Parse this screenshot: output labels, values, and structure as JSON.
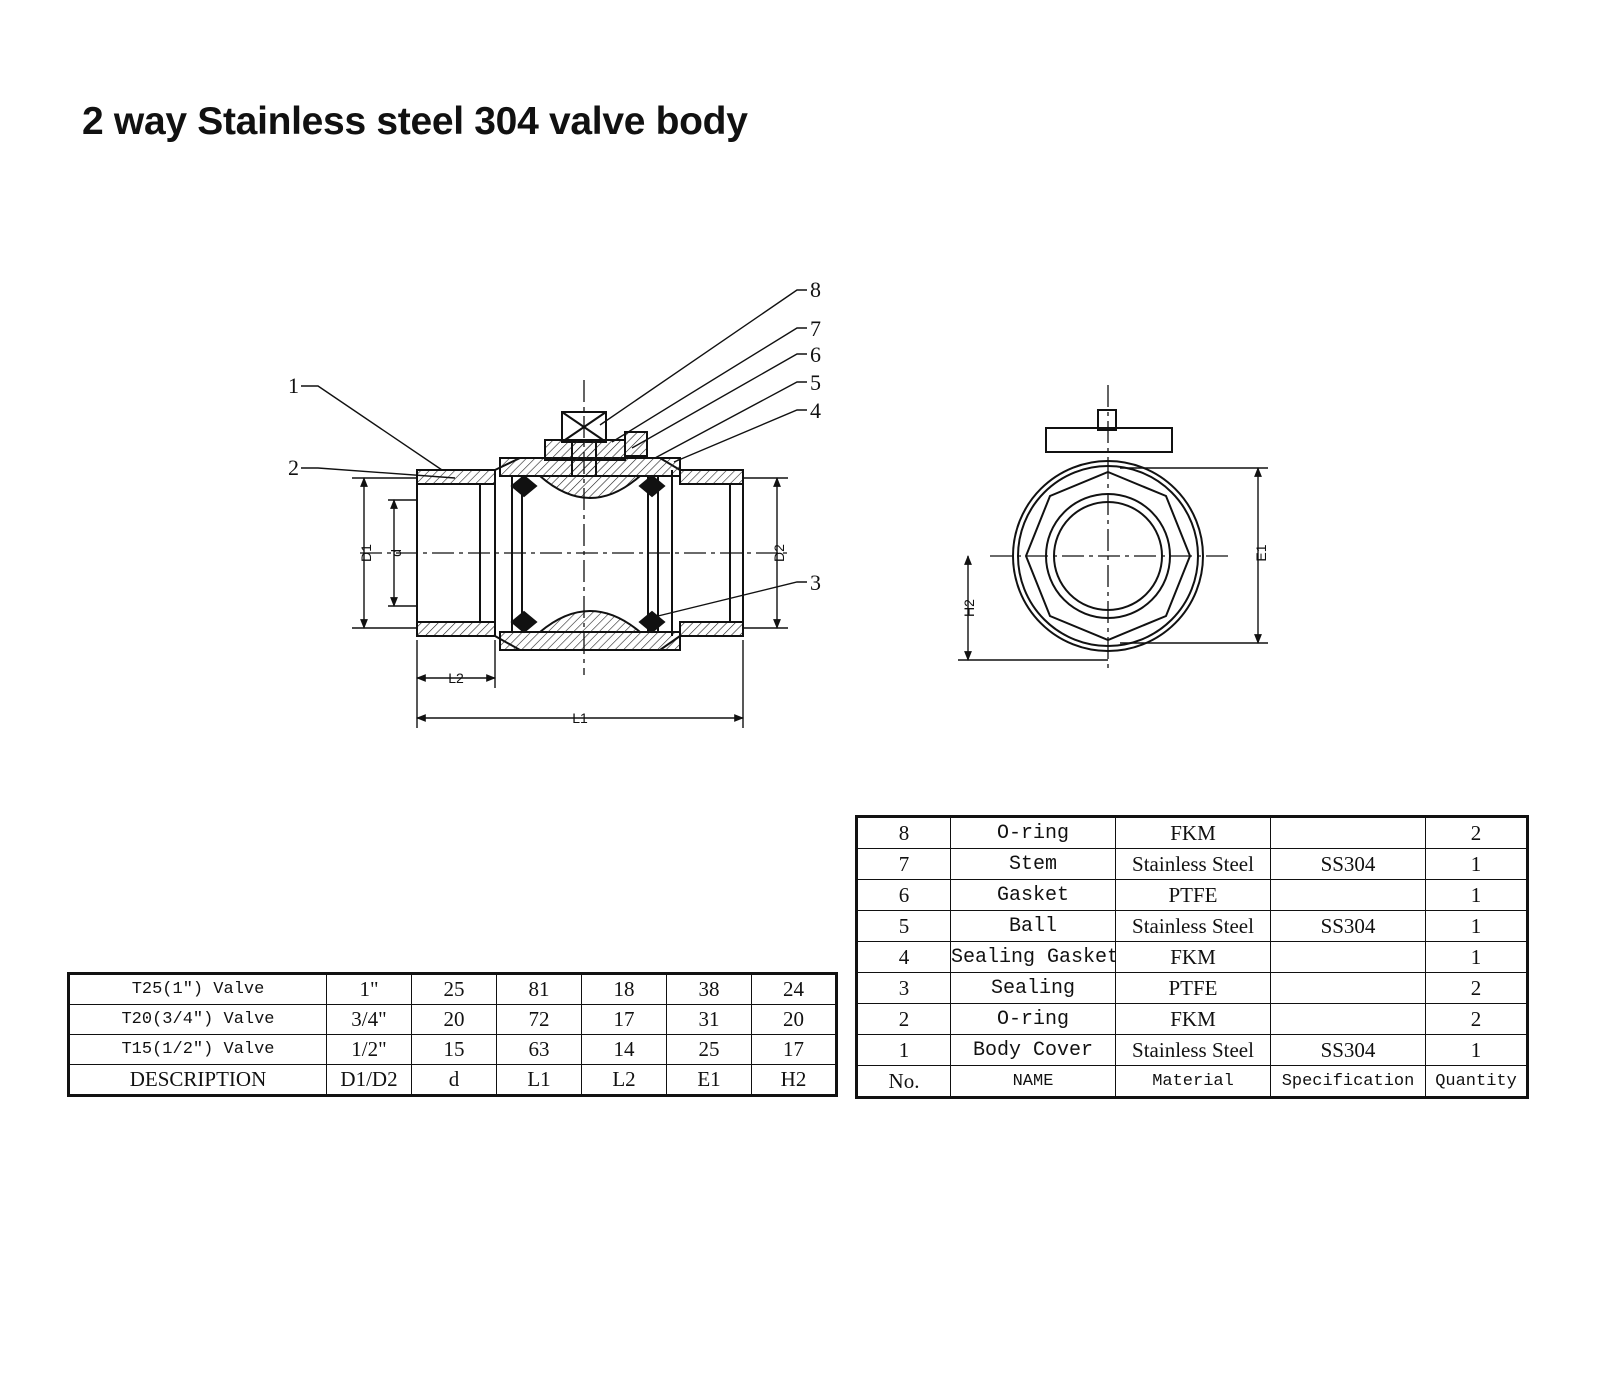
{
  "title": "2 way Stainless steel 304 valve body",
  "diagram": {
    "callouts": [
      "1",
      "2",
      "3",
      "4",
      "5",
      "6",
      "7",
      "8"
    ],
    "dimension_labels": {
      "D1": "D1",
      "d": "d",
      "D2": "D2",
      "L1": "L1",
      "L2": "L2",
      "E1": "E1",
      "H2": "H2"
    }
  },
  "dimension_table": {
    "rows": [
      [
        "T25(1\") Valve",
        "1\"",
        "25",
        "81",
        "18",
        "38",
        "24"
      ],
      [
        "T20(3/4\") Valve",
        "3/4\"",
        "20",
        "72",
        "17",
        "31",
        "20"
      ],
      [
        "T15(1/2\") Valve",
        "1/2\"",
        "15",
        "63",
        "14",
        "25",
        "17"
      ]
    ],
    "header": [
      "DESCRIPTION",
      "D1/D2",
      "d",
      "L1",
      "L2",
      "E1",
      "H2"
    ]
  },
  "parts_table": {
    "rows": [
      [
        "8",
        "O-ring",
        "FKM",
        "",
        "2"
      ],
      [
        "7",
        "Stem",
        "Stainless Steel",
        "SS304",
        "1"
      ],
      [
        "6",
        "Gasket",
        "PTFE",
        "",
        "1"
      ],
      [
        "5",
        "Ball",
        "Stainless Steel",
        "SS304",
        "1"
      ],
      [
        "4",
        "Sealing Gasket",
        "FKM",
        "",
        "1"
      ],
      [
        "3",
        "Sealing",
        "PTFE",
        "",
        "2"
      ],
      [
        "2",
        "O-ring",
        "FKM",
        "",
        "2"
      ],
      [
        "1",
        "Body Cover",
        "Stainless Steel",
        "SS304",
        "1"
      ]
    ],
    "header": [
      "No.",
      "NAME",
      "Material",
      "Specification",
      "Quantity"
    ]
  }
}
